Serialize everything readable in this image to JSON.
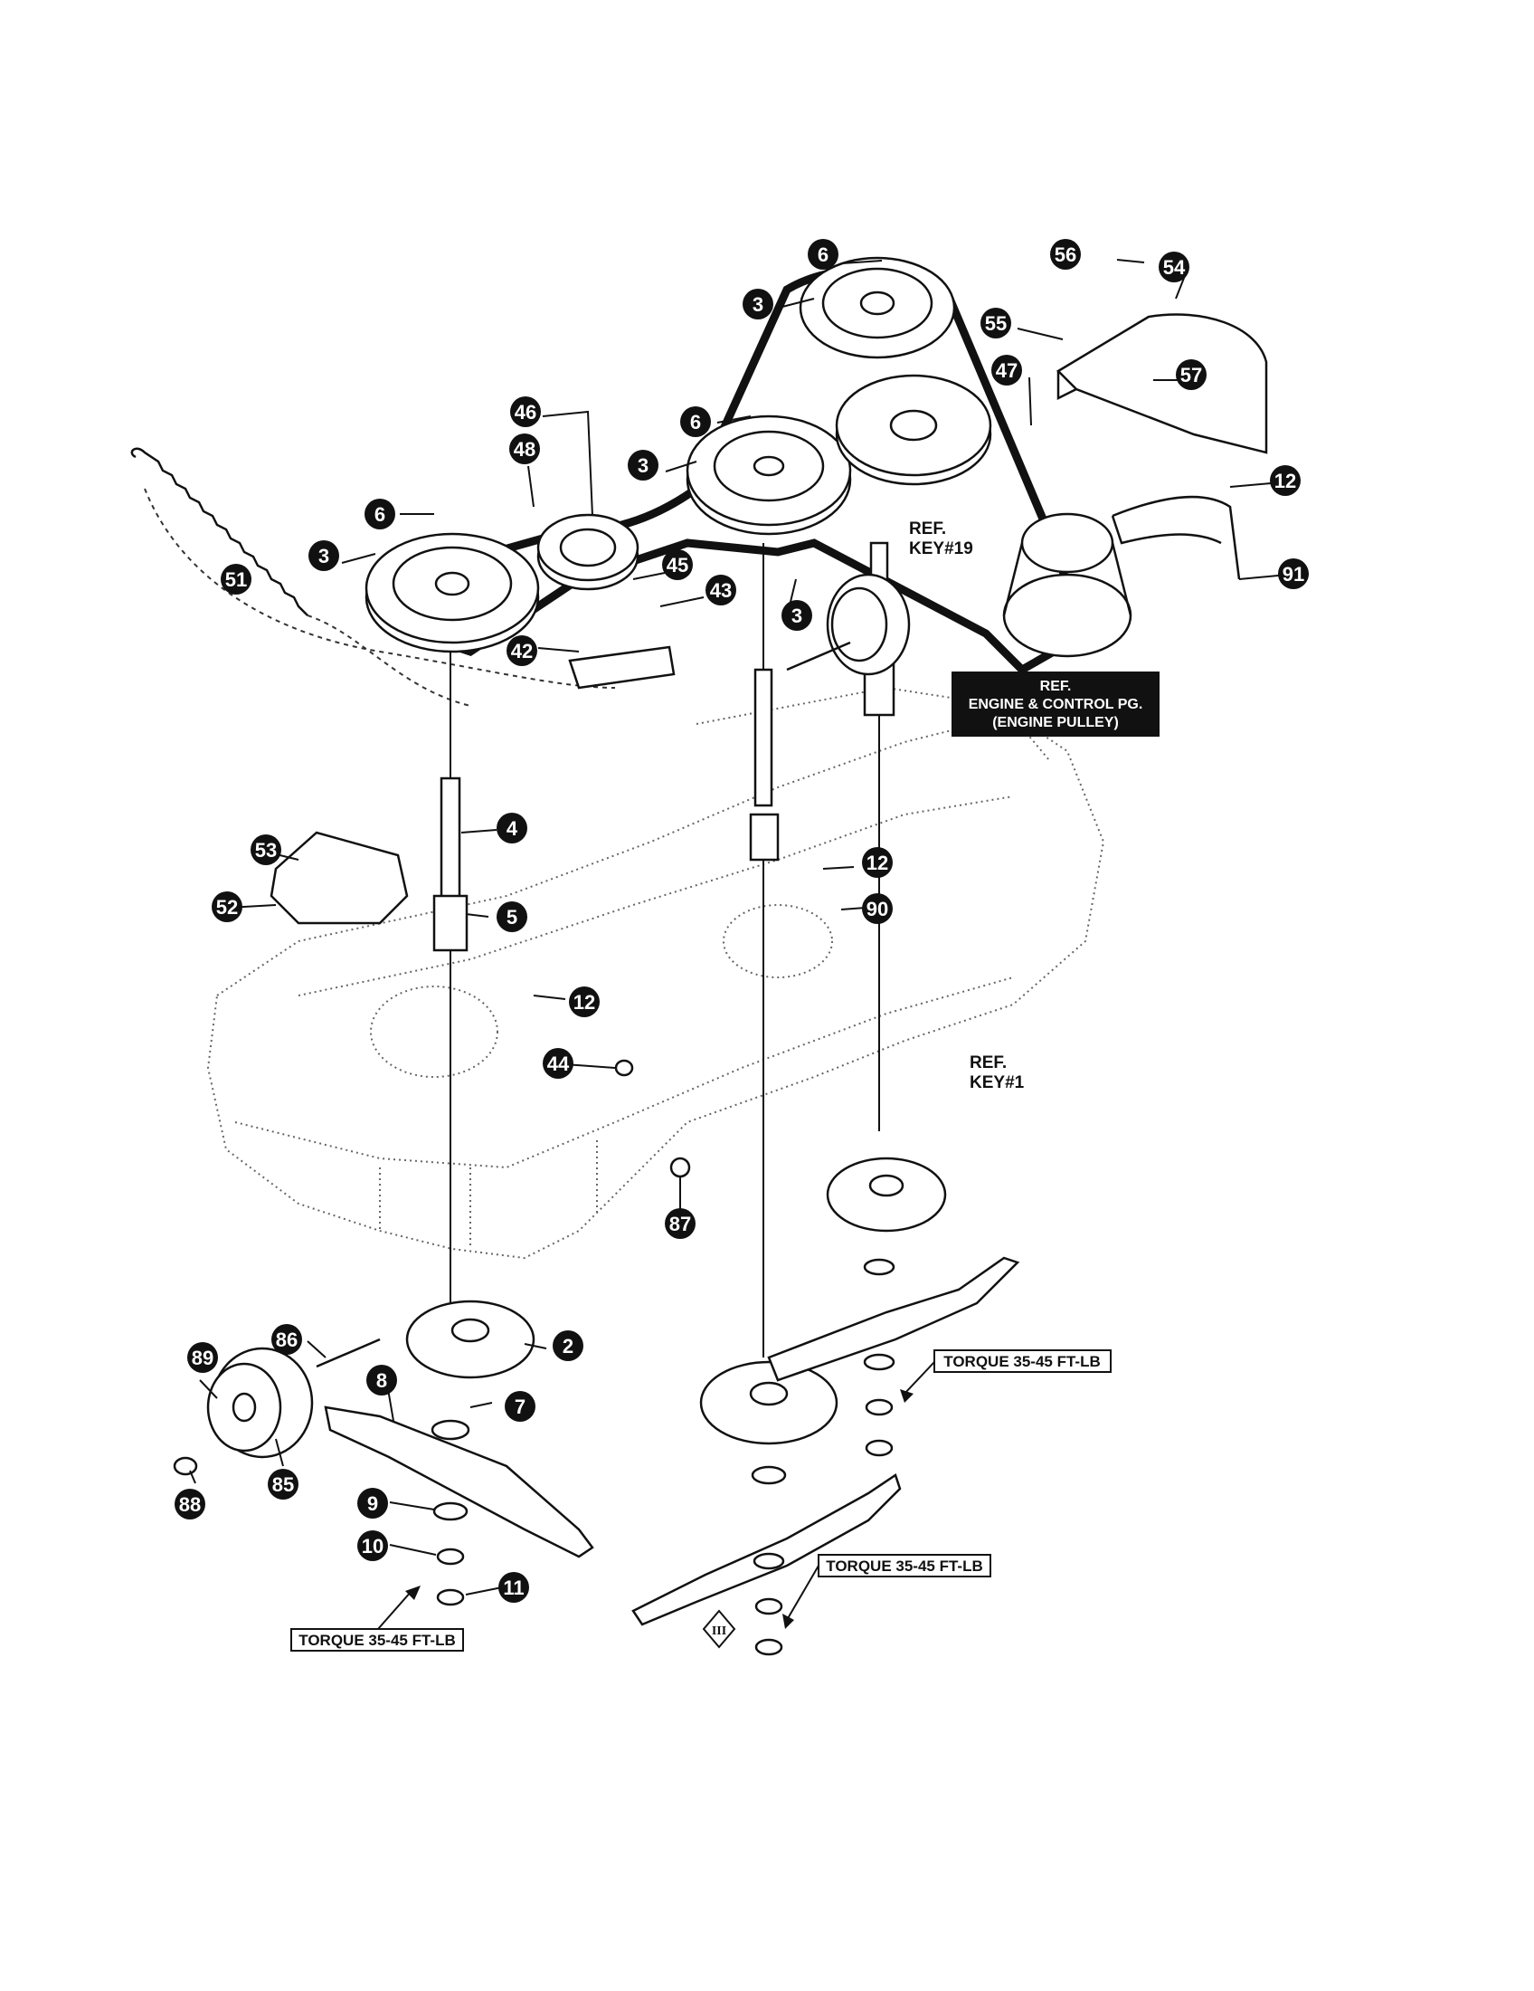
{
  "callouts": [
    {
      "id": "c6a",
      "num": "6"
    },
    {
      "id": "c3a",
      "num": "3"
    },
    {
      "id": "c56",
      "num": "56"
    },
    {
      "id": "c54",
      "num": "54"
    },
    {
      "id": "c55",
      "num": "55"
    },
    {
      "id": "c47",
      "num": "47"
    },
    {
      "id": "c57",
      "num": "57"
    },
    {
      "id": "c46",
      "num": "46"
    },
    {
      "id": "c6b",
      "num": "6"
    },
    {
      "id": "c48",
      "num": "48"
    },
    {
      "id": "c3b",
      "num": "3"
    },
    {
      "id": "c12a",
      "num": "12"
    },
    {
      "id": "c6c",
      "num": "6"
    },
    {
      "id": "c3c",
      "num": "3"
    },
    {
      "id": "c45",
      "num": "45"
    },
    {
      "id": "c51",
      "num": "51"
    },
    {
      "id": "c3d",
      "num": "3"
    },
    {
      "id": "c91",
      "num": "91"
    },
    {
      "id": "c43",
      "num": "43"
    },
    {
      "id": "c42",
      "num": "42"
    },
    {
      "id": "c4",
      "num": "4"
    },
    {
      "id": "c53",
      "num": "53"
    },
    {
      "id": "c12b",
      "num": "12"
    },
    {
      "id": "c52",
      "num": "52"
    },
    {
      "id": "c5",
      "num": "5"
    },
    {
      "id": "c90",
      "num": "90"
    },
    {
      "id": "c12c",
      "num": "12"
    },
    {
      "id": "c44",
      "num": "44"
    },
    {
      "id": "c87",
      "num": "87"
    },
    {
      "id": "c86",
      "num": "86"
    },
    {
      "id": "c2",
      "num": "2"
    },
    {
      "id": "c89",
      "num": "89"
    },
    {
      "id": "c8",
      "num": "8"
    },
    {
      "id": "c7",
      "num": "7"
    },
    {
      "id": "c88",
      "num": "88"
    },
    {
      "id": "c85",
      "num": "85"
    },
    {
      "id": "c9",
      "num": "9"
    },
    {
      "id": "c10",
      "num": "10"
    },
    {
      "id": "c11",
      "num": "11"
    }
  ],
  "refs": {
    "key19_line1": "REF.",
    "key19_line2": "KEY#19",
    "key1_line1": "REF.",
    "key1_line2": "KEY#1",
    "engine_line1": "REF.",
    "engine_line2": "ENGINE & CONTROL PG.",
    "engine_line3": "(ENGINE PULLEY)"
  },
  "torque": {
    "right": "TORQUE 35-45 FT-LB",
    "middle": "TORQUE 35-45 FT-LB",
    "left": "TORQUE 35-45 FT-LB"
  },
  "symbol": "III"
}
